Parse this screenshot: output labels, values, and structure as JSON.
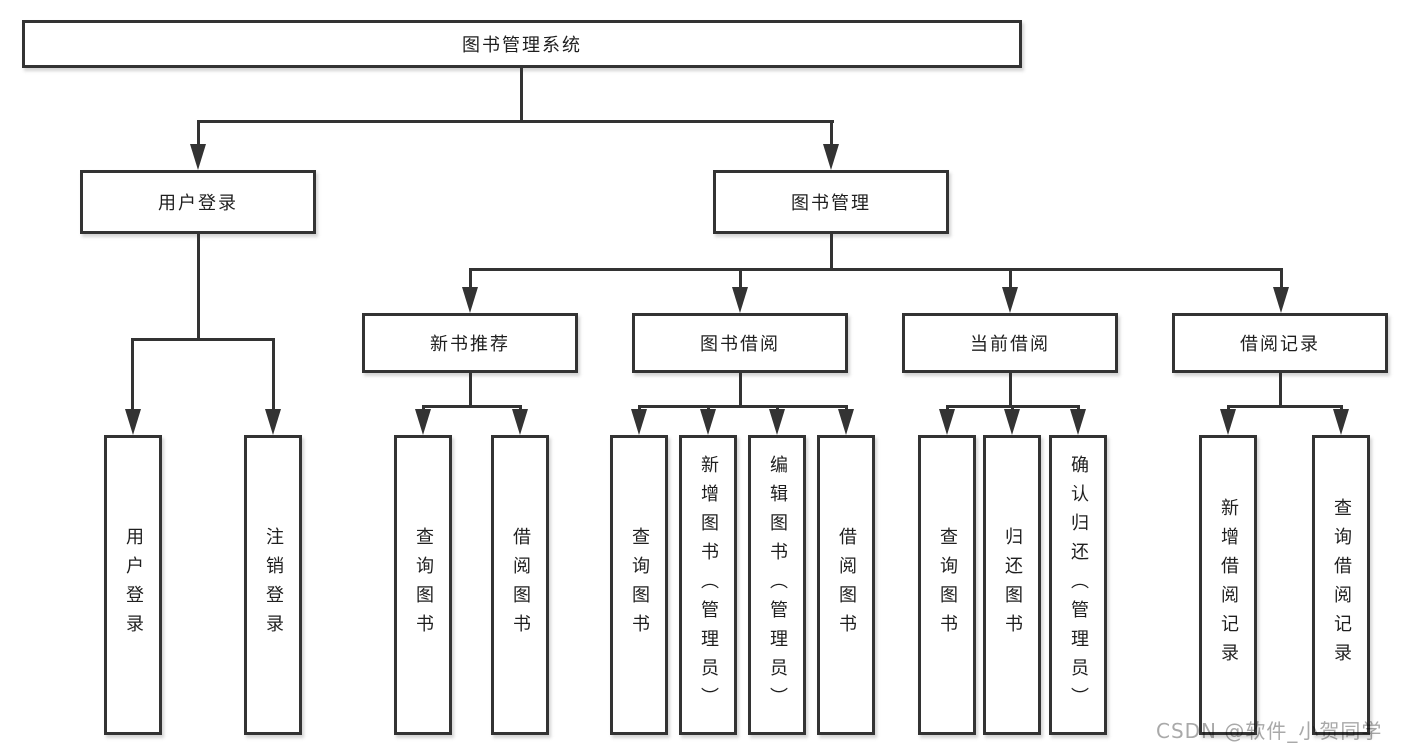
{
  "diagram": {
    "root": {
      "label": "图书管理系统"
    },
    "branches": [
      {
        "label": "用户登录",
        "leaves": [
          {
            "label": "用户登录"
          },
          {
            "label": "注销登录"
          }
        ]
      },
      {
        "label": "图书管理",
        "children": [
          {
            "label": "新书推荐",
            "leaves": [
              {
                "label": "查询图书"
              },
              {
                "label": "借阅图书"
              }
            ]
          },
          {
            "label": "图书借阅",
            "leaves": [
              {
                "label": "查询图书"
              },
              {
                "label": "新增图书（管理员）"
              },
              {
                "label": "编辑图书（管理员）"
              },
              {
                "label": "借阅图书"
              }
            ]
          },
          {
            "label": "当前借阅",
            "leaves": [
              {
                "label": "查询图书"
              },
              {
                "label": "归还图书"
              },
              {
                "label": "确认归还（管理员）"
              }
            ]
          },
          {
            "label": "借阅记录",
            "leaves": [
              {
                "label": "新增借阅记录"
              },
              {
                "label": "查询借阅记录"
              }
            ]
          }
        ]
      }
    ]
  },
  "watermark": {
    "text": "CSDN @软件_小贺同学"
  },
  "colors": {
    "line": "#333333",
    "box_border": "#333333",
    "box_fill": "#ffffff",
    "text": "#1f1f1f",
    "watermark": "#a9a9a9",
    "background": "#ffffff"
  }
}
